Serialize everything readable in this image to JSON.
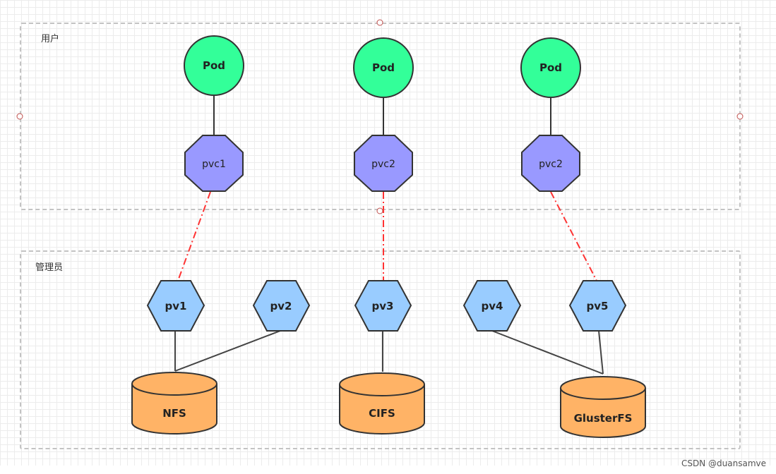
{
  "groups": {
    "user_label": "用户",
    "admin_label": "管理员"
  },
  "pods": [
    {
      "label": "Pod"
    },
    {
      "label": "Pod"
    },
    {
      "label": "Pod"
    }
  ],
  "pvcs": [
    {
      "label": "pvc1"
    },
    {
      "label": "pvc2"
    },
    {
      "label": "pvc2"
    }
  ],
  "pvs": [
    {
      "label": "pv1"
    },
    {
      "label": "pv2"
    },
    {
      "label": "pv3"
    },
    {
      "label": "pv4"
    },
    {
      "label": "pv5"
    }
  ],
  "storages": [
    {
      "label": "NFS"
    },
    {
      "label": "CIFS"
    },
    {
      "label": "GlusterFS"
    }
  ],
  "watermark": "CSDN @duansamve",
  "colors": {
    "pod_fill": "#33ff99",
    "pvc_fill": "#9999ff",
    "pv_fill": "#99ccff",
    "storage_fill": "#ffb366",
    "binding_line": "#ff3333",
    "stroke": "#333333"
  }
}
